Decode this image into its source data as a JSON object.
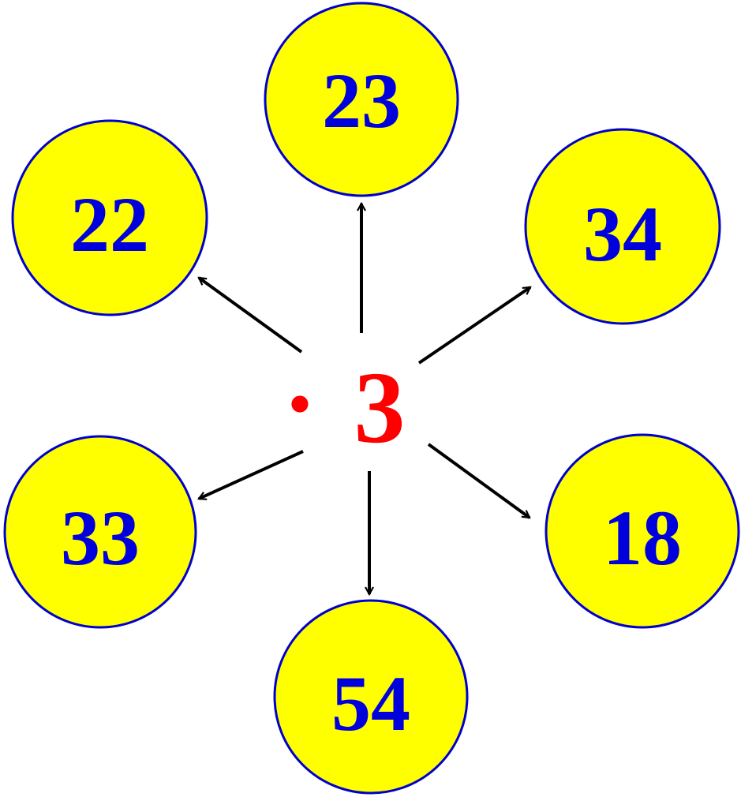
{
  "center": {
    "operator": "·",
    "operand": "3",
    "color": "#ff0000"
  },
  "nodes": [
    {
      "id": "top",
      "label": "23"
    },
    {
      "id": "upper-left",
      "label": "22"
    },
    {
      "id": "upper-right",
      "label": "34"
    },
    {
      "id": "lower-left",
      "label": "33"
    },
    {
      "id": "lower-right",
      "label": "18"
    },
    {
      "id": "bottom",
      "label": "54"
    }
  ],
  "colors": {
    "circle_fill": "#ffff00",
    "circle_stroke": "#0000cc",
    "number_text": "#0000dd",
    "arrow": "#000000"
  }
}
